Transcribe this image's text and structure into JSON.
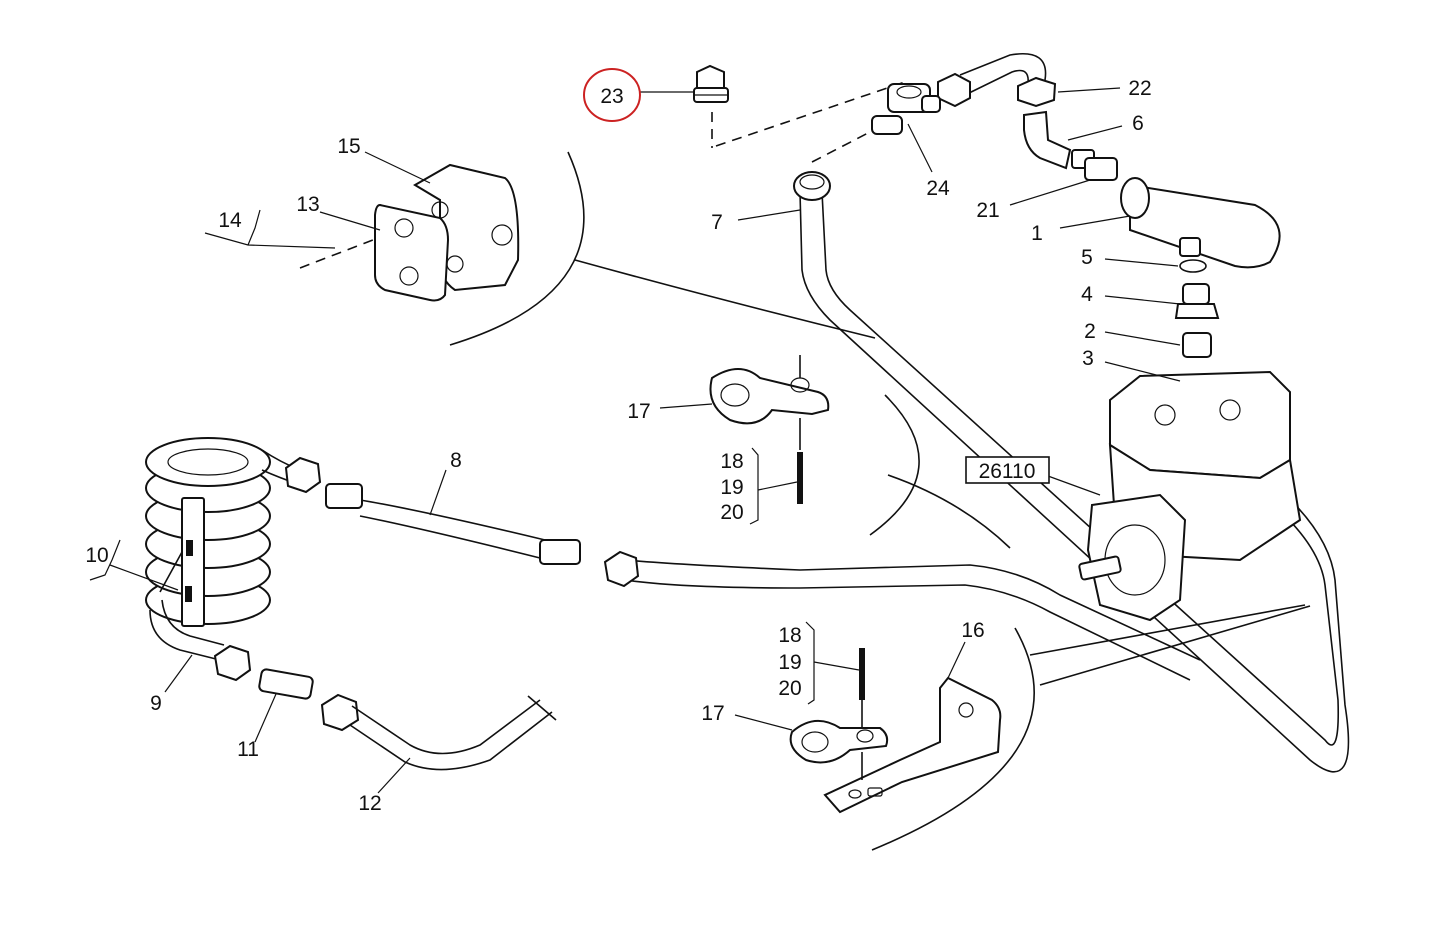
{
  "diagram": {
    "callouts": [
      {
        "id": "c1",
        "text": "1"
      },
      {
        "id": "c2",
        "text": "2"
      },
      {
        "id": "c3",
        "text": "3"
      },
      {
        "id": "c4",
        "text": "4"
      },
      {
        "id": "c5",
        "text": "5"
      },
      {
        "id": "c6",
        "text": "6"
      },
      {
        "id": "c7",
        "text": "7"
      },
      {
        "id": "c8",
        "text": "8"
      },
      {
        "id": "c9",
        "text": "9"
      },
      {
        "id": "c10",
        "text": "10"
      },
      {
        "id": "c11",
        "text": "11"
      },
      {
        "id": "c12",
        "text": "12"
      },
      {
        "id": "c13",
        "text": "13"
      },
      {
        "id": "c14",
        "text": "14"
      },
      {
        "id": "c15",
        "text": "15"
      },
      {
        "id": "c16",
        "text": "16"
      },
      {
        "id": "c17a",
        "text": "17"
      },
      {
        "id": "c17b",
        "text": "17"
      },
      {
        "id": "c18a",
        "text": "18"
      },
      {
        "id": "c19a",
        "text": "19"
      },
      {
        "id": "c20a",
        "text": "20"
      },
      {
        "id": "c18b",
        "text": "18"
      },
      {
        "id": "c19b",
        "text": "19"
      },
      {
        "id": "c20b",
        "text": "20"
      },
      {
        "id": "c21",
        "text": "21"
      },
      {
        "id": "c22",
        "text": "22"
      },
      {
        "id": "c23",
        "text": "23"
      },
      {
        "id": "c24",
        "text": "24"
      }
    ],
    "reference_box": "26110",
    "highlight": {
      "callout": "23",
      "color": "#cc2222"
    },
    "line_color": "#111111"
  }
}
